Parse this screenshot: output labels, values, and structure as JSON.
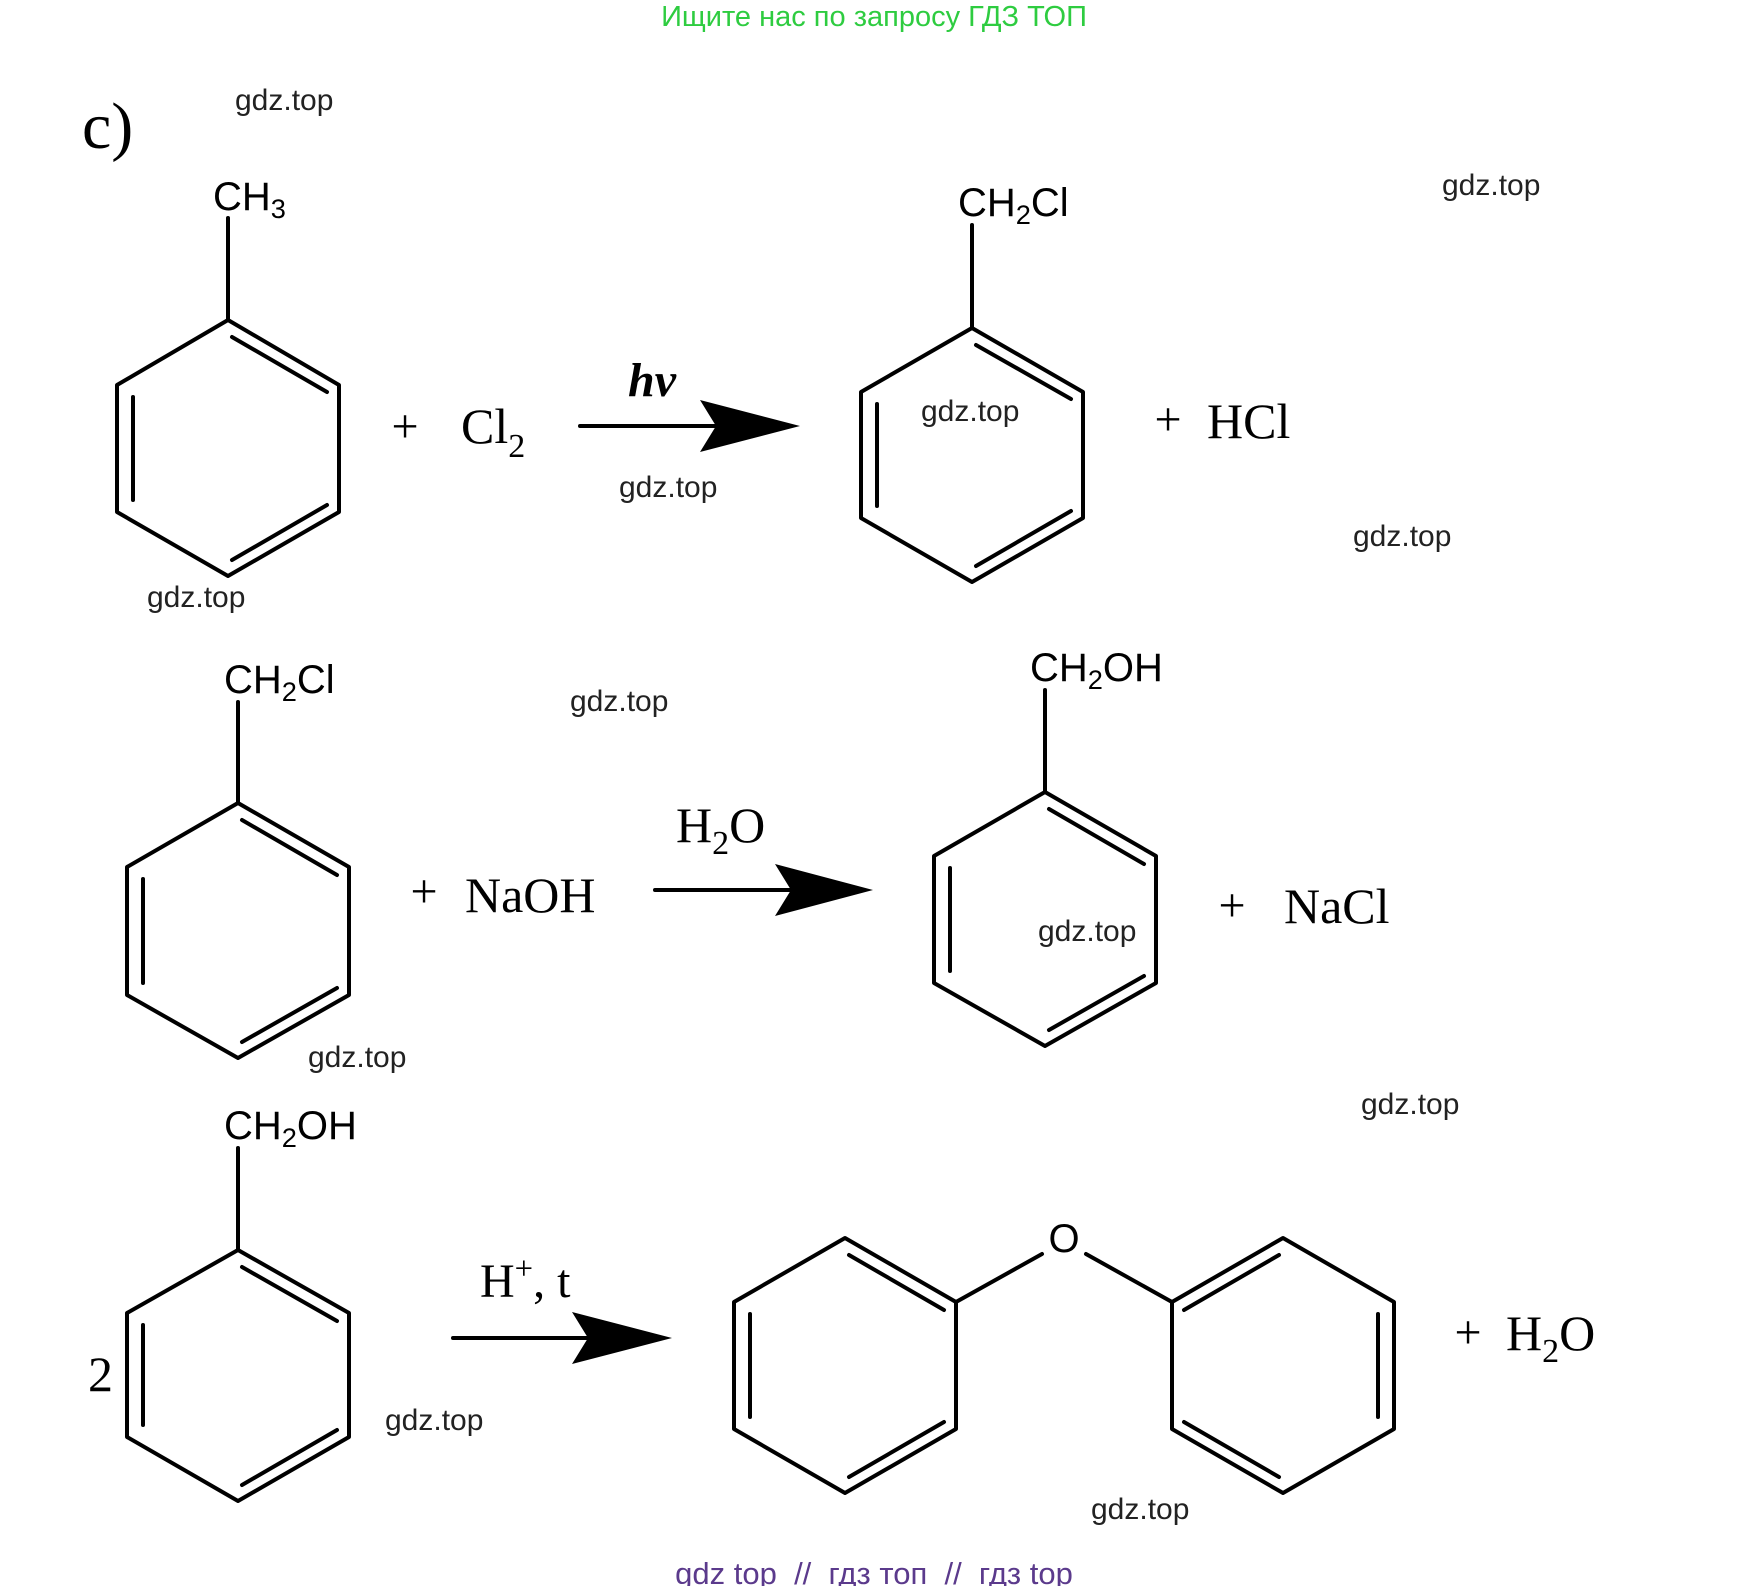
{
  "banner": {
    "text": "Ищите нас по запросу ГДЗ ТОП",
    "color": "#2ecc40"
  },
  "part_label": "c)",
  "watermark": "gdz.top",
  "reaction1": {
    "reactant_group": {
      "main": "CH",
      "sub": "3"
    },
    "plus1": "+",
    "reagent": {
      "main": "Cl",
      "sub": "2"
    },
    "condition": "hv",
    "product_group": {
      "main": "CH",
      "sub": "2",
      "tail": "Cl"
    },
    "plus2": "+",
    "byproduct": "HCl"
  },
  "reaction2": {
    "reactant_group": {
      "main": "CH",
      "sub": "2",
      "tail": "Cl"
    },
    "plus1": "+",
    "reagent": "NaOH",
    "condition": {
      "main": "H",
      "sub": "2",
      "tail": "O"
    },
    "product_group": {
      "main": "CH",
      "sub": "2",
      "tail": "OH"
    },
    "plus2": "+",
    "byproduct": "NaCl"
  },
  "reaction3": {
    "coefficient": "2",
    "reactant_group": {
      "main": "CH",
      "sub": "2",
      "tail": "OH"
    },
    "condition": {
      "main": "H",
      "sup": "+",
      "tail": ", t"
    },
    "bridge_atom": "O",
    "plus": "+",
    "byproduct": {
      "main": "H",
      "sub": "2",
      "tail": "O"
    }
  },
  "footer": {
    "text": "gdz top  //  гдз топ  //  гдз top",
    "color": "#5b3a8c"
  }
}
